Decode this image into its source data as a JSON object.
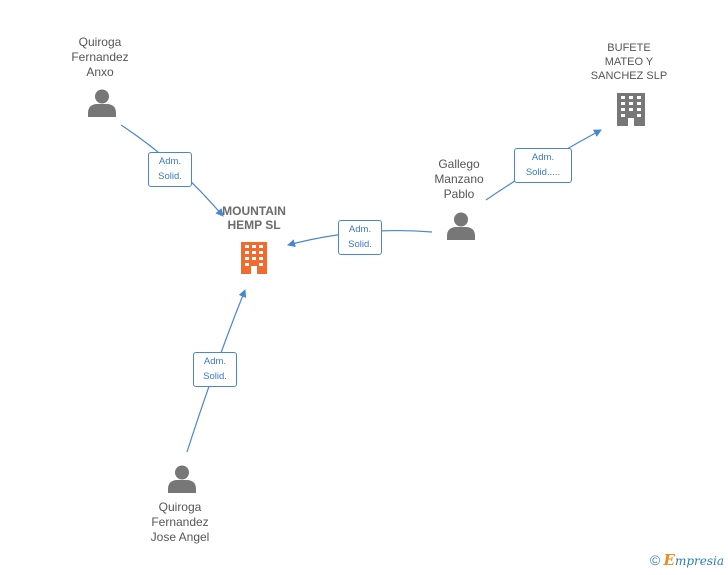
{
  "nodes": {
    "anxo": "Quiroga\nFernandez\nAnxo",
    "bufete": "BUFETE\nMATEO Y\nSANCHEZ SLP",
    "gallego": "Gallego\nManzano\nPablo",
    "mountain": "MOUNTAIN\nHEMP  SL",
    "jose": "Quiroga\nFernandez\nJose Angel"
  },
  "edges": {
    "anxo": "Adm.\nSolid.",
    "gallego_mountain": "Adm.\nSolid.",
    "gallego_bufete": "Adm.\nSolid.....",
    "jose": "Adm.\nSolid."
  },
  "footer": {
    "copyright": "©",
    "brand_initial": "E",
    "brand_rest": "mpresia"
  },
  "colors": {
    "edge": "#4a86cf",
    "person": "#777777",
    "company_main": "#f26a2e",
    "company_other": "#777777"
  }
}
